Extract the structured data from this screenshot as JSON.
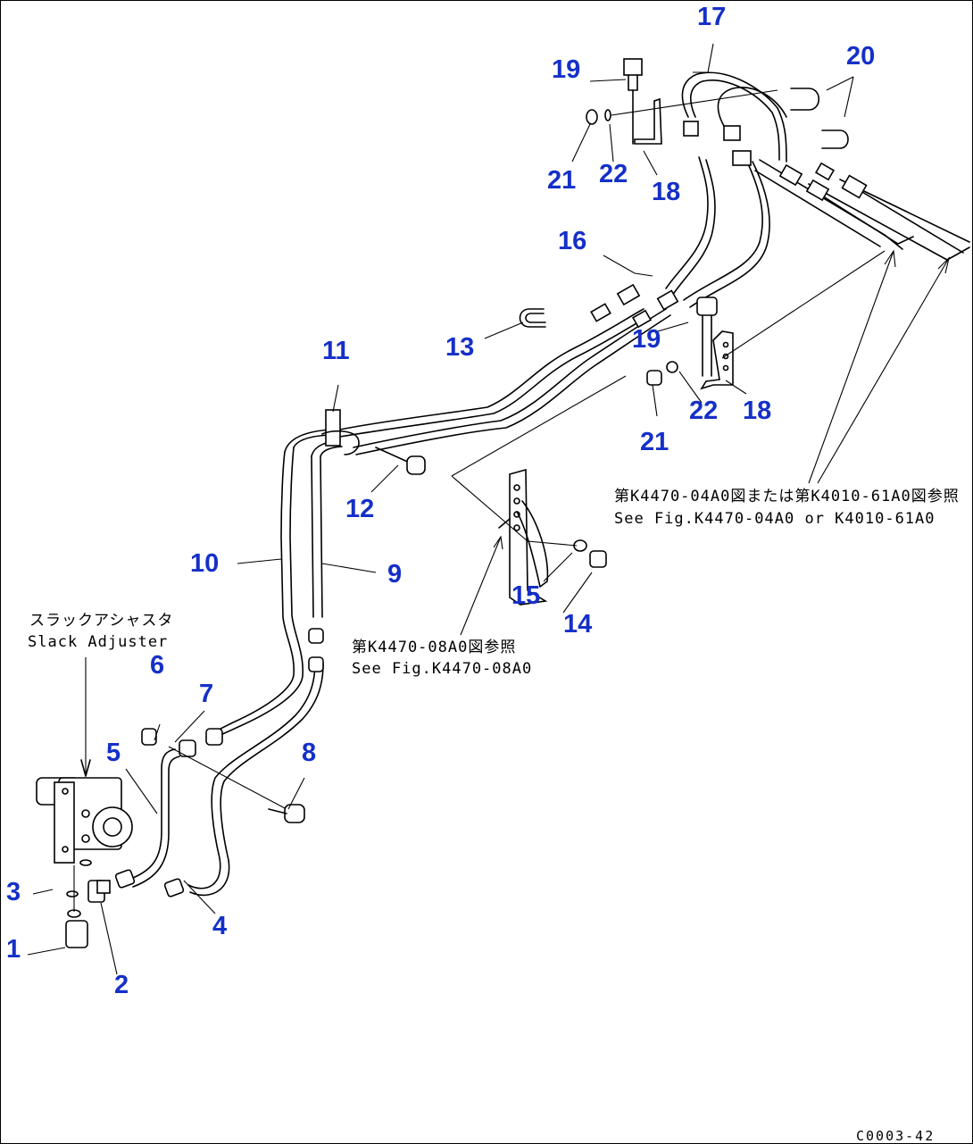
{
  "callouts": {
    "n1": "1",
    "n2": "2",
    "n3": "3",
    "n4": "4",
    "n5": "5",
    "n6": "6",
    "n7": "7",
    "n8": "8",
    "n9": "9",
    "n10": "10",
    "n11": "11",
    "n12": "12",
    "n13": "13",
    "n14": "14",
    "n15": "15",
    "n16": "16",
    "n17": "17",
    "n18a": "18",
    "n18b": "18",
    "n19a": "19",
    "n19b": "19",
    "n20": "20",
    "n21a": "21",
    "n21b": "21",
    "n22a": "22",
    "n22b": "22"
  },
  "notes": {
    "slack_jp": "スラックアシャスタ",
    "slack_en": "Slack Adjuster",
    "ref1_jp": "第K4470-08A0図参照",
    "ref1_en": "See Fig.K4470-08A0",
    "ref2_jp": "第K4470-04A0図または第K4010-61A0図参照",
    "ref2_en": "See Fig.K4470-04A0 or K4010-61A0"
  },
  "drawing_code": "C0003-42",
  "colors": {
    "callout": "#1530c8",
    "line": "#000000",
    "background": "#ffffff"
  }
}
